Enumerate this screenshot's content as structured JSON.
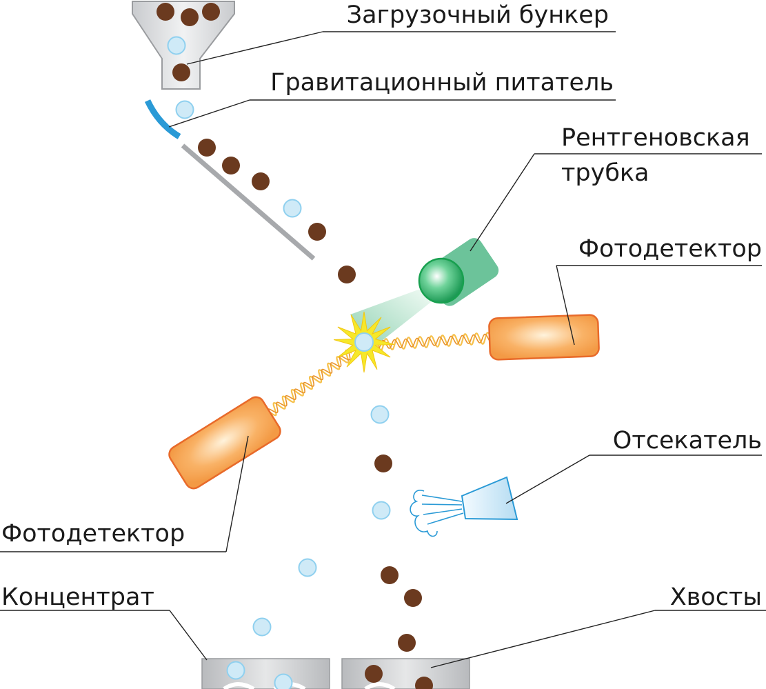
{
  "labels": {
    "hopper": "Загрузочный бункер",
    "feeder": "Гравитационный питатель",
    "xray_tube_line1": "Рентгеновская",
    "xray_tube_line2": "трубка",
    "photodetector_right": "Фотодетектор",
    "ejector": "Отсекатель",
    "photodetector_left": "Фотодетектор",
    "concentrate": "Концентрат",
    "tailings": "Хвосты"
  },
  "colors": {
    "ore_particle": "#6b3a1f",
    "mineral_particle": "#cfeaf7",
    "mineral_outline": "#8fd0ef",
    "feeder": "#2a9ad6",
    "chute": "#a7a9ac",
    "xray_tube": "#6cc39a",
    "detector": "#f6a34c",
    "detector_outline": "#e86a2a",
    "flash": "#f6e829",
    "ejector": "#bfe0f2",
    "bins": "#c4c6c9"
  }
}
